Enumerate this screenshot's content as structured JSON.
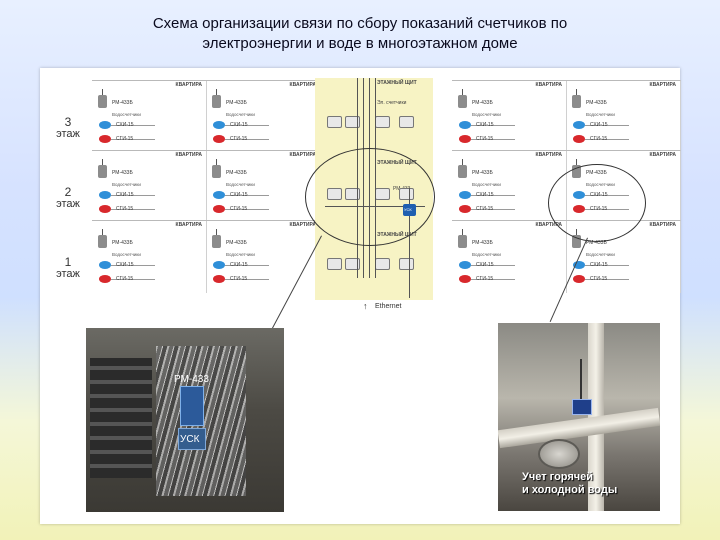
{
  "title": {
    "line1": "Схема организации связи по сбору показаний счетчиков по",
    "line2": "электроэнергии и воде в многоэтажном доме"
  },
  "diagram": {
    "floors": [
      {
        "num": "3",
        "word": "этаж"
      },
      {
        "num": "2",
        "word": "этаж"
      },
      {
        "num": "1",
        "word": "этаж"
      }
    ],
    "apartment": {
      "header": "КВАРТИРА",
      "router": "РМ-433Б",
      "meters_label": "Водосчетчики",
      "meter_blue": "СХИ-15",
      "meter_red": "СГИ-15"
    },
    "shield_header": "ЭТАЖНЫЙ ЩИТ",
    "shield_sub": "Эл. счетчики",
    "shield_router": "РМ-433",
    "usk": "УСК",
    "ethernet": "Ethernet"
  },
  "photos": {
    "left_label_1": "РМ-433",
    "left_label_2": "УСК",
    "right_caption_1": "Учет горячей",
    "right_caption_2": "и холодной воды"
  },
  "colors": {
    "blue_meter": "#2f8fd8",
    "red_meter": "#d8282c",
    "shield_bg": "#f7f3c4",
    "usk": "#1f5fb0"
  }
}
